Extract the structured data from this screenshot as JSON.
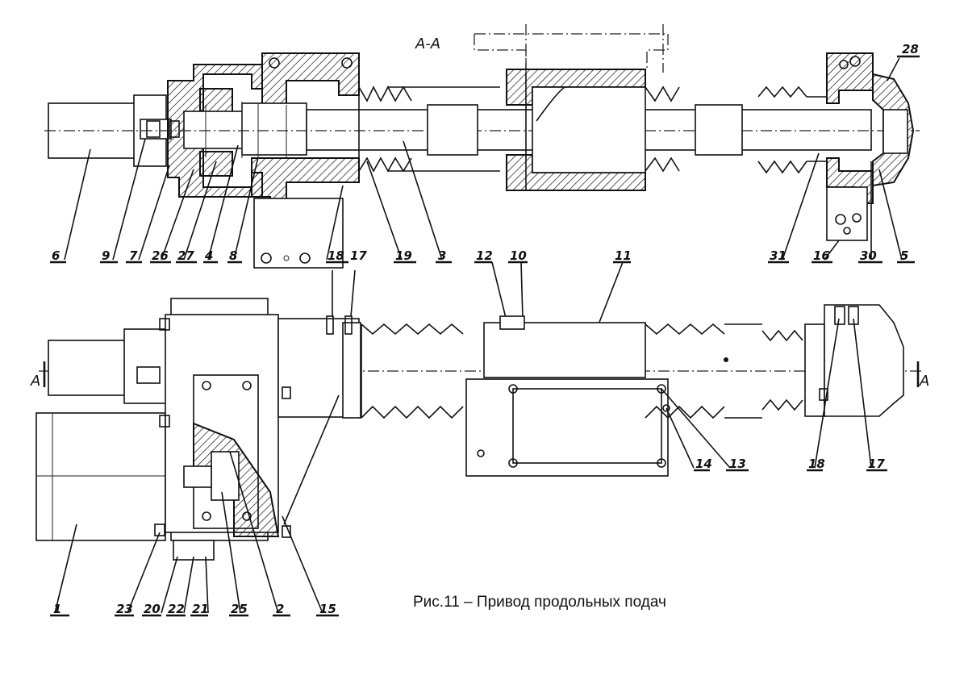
{
  "section_label": "А-А",
  "caption": "Рис.11 – Привод продольных подач",
  "section_marks": {
    "left": "А",
    "right": "А"
  },
  "top_view_labels": [
    "6",
    "9",
    "7",
    "26",
    "27",
    "4",
    "8",
    "18",
    "17",
    "19",
    "3",
    "12",
    "10",
    "11",
    "31",
    "16",
    "30",
    "5",
    "28"
  ],
  "bottom_view_labels": [
    "1",
    "23",
    "20",
    "22",
    "21",
    "25",
    "2",
    "15",
    "14",
    "13",
    "18",
    "17"
  ]
}
